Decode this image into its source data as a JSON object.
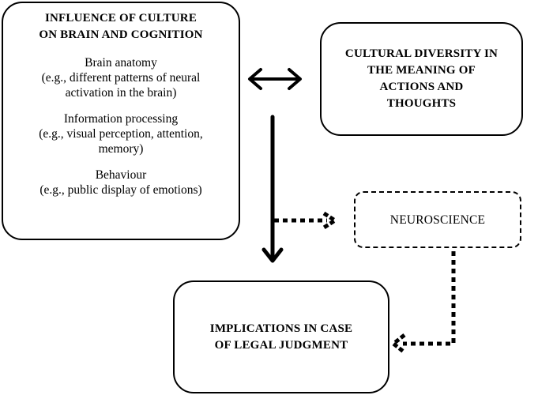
{
  "culture_box": {
    "title_line1": "INFLUENCE OF CULTURE",
    "title_line2": "ON BRAIN AND COGNITION",
    "items": [
      {
        "heading": "Brain anatomy",
        "detail_line1": "(e.g., different patterns of neural",
        "detail_line2": "activation in the brain)"
      },
      {
        "heading": "Information processing",
        "detail_line1": "(e.g., visual perception, attention,",
        "detail_line2": "memory)"
      },
      {
        "heading": "Behaviour",
        "detail_line1": "(e.g., public display of emotions)",
        "detail_line2": ""
      }
    ]
  },
  "diversity_box": {
    "line1": "CULTURAL DIVERSITY IN",
    "line2": "THE MEANING OF",
    "line3": "ACTIONS AND",
    "line4": "THOUGHTS"
  },
  "neuro_box": {
    "label": "NEUROSCIENCE"
  },
  "legal_box": {
    "line1": "IMPLICATIONS IN CASE",
    "line2": "OF LEGAL JUDGMENT"
  }
}
